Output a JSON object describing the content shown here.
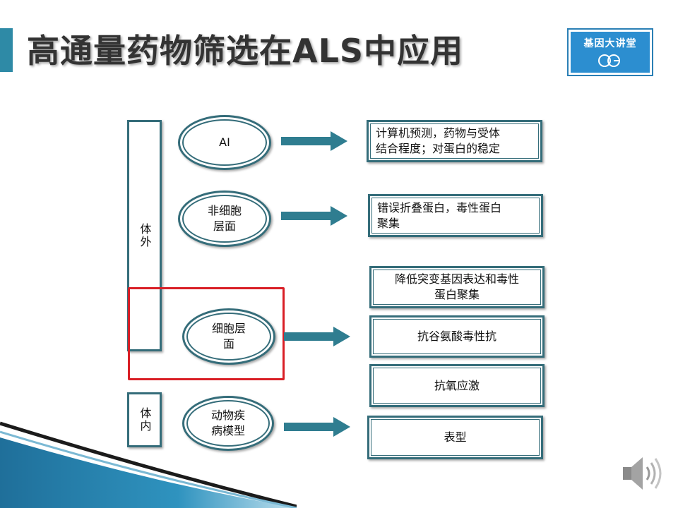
{
  "title": "高通量药物筛选在ALS中应用",
  "logo": {
    "text": "基因大讲堂"
  },
  "groups": {
    "in_vitro": "体外",
    "in_vivo": "体内"
  },
  "ellipses": {
    "ai": "AI",
    "non_cell": "非细胞\n层面",
    "cell": "细胞层\n面",
    "animal": "动物疾\n病模型"
  },
  "boxes": {
    "ai_result": "计算机预测，药物与受体\n结合程度；对蛋白的稳定",
    "misfold": "错误折叠蛋白，毒性蛋白\n聚集",
    "reduce": "降低突变基因表达和毒性\n蛋白聚集",
    "glutamate": "抗谷氨酸毒性抗",
    "oxidative": "抗氧应激",
    "phenotype": "表型"
  },
  "colors": {
    "accent": "#2e8aa6",
    "frame": "#356d7a",
    "highlight": "#d91f26",
    "logo_bg": "#2c8ed0"
  }
}
